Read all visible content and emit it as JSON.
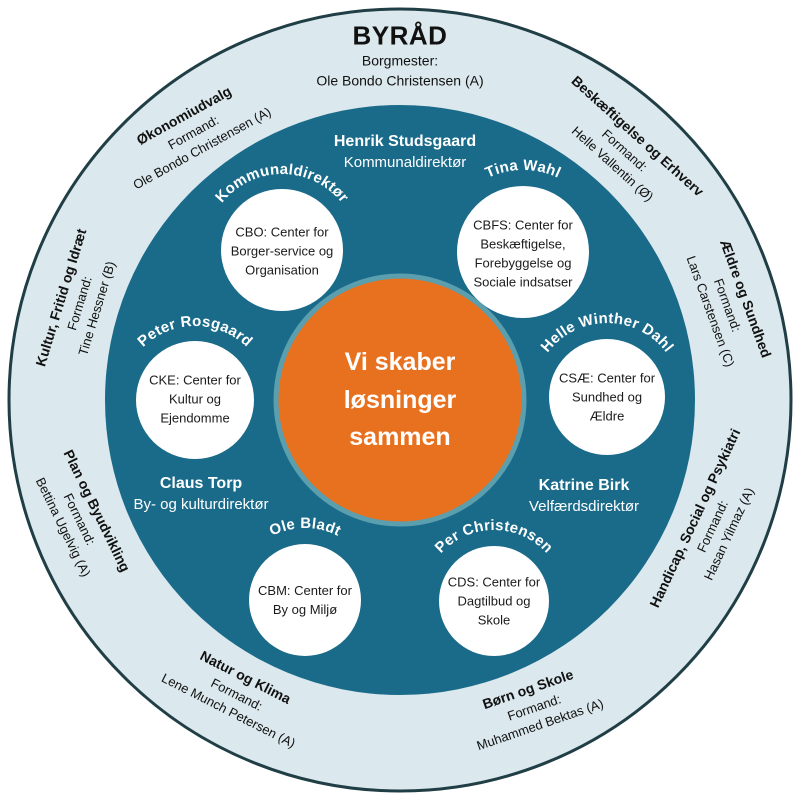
{
  "top": {
    "title": "BYRÅD",
    "role": "Borgmester:",
    "name": "Ole Bondo Christensen (A)"
  },
  "committees": [
    {
      "name": "Økonomiudvalg",
      "role": "Formand:",
      "chair": "Ole Bondo Christensen (A)"
    },
    {
      "name": "Beskæftigelse og Erhverv",
      "role": "Formand:",
      "chair": "Helle Vallentin (Ø)"
    },
    {
      "name": "Kultur, Fritid og Idræt",
      "role": "Formand:",
      "chair": "Tine Hessner (B)"
    },
    {
      "name": "Ældre og Sundhed",
      "role": "Formand:",
      "chair": "Lars Carstensen (C)"
    },
    {
      "name": "Plan og Byudvikling",
      "role": "Formand:",
      "chair": "Bettina Ugelvig (A)"
    },
    {
      "name": "Handicap, Social og Psykiatri",
      "role": "Formand:",
      "chair": "Hasan Yilmaz (A)"
    },
    {
      "name": "Natur og Klima",
      "role": "Formand:",
      "chair": "Lene Munch Petersen (A)"
    },
    {
      "name": "Børn og Skole",
      "role": "Formand:",
      "chair": "Muhammed Bektas (A)"
    }
  ],
  "directors": [
    {
      "name": "Henrik Studsgaard",
      "title": "Kommunaldirektør"
    },
    {
      "name": "Claus Torp",
      "title": "By- og kulturdirektør"
    },
    {
      "name": "Katrine Birk",
      "title": "Velfærdsdirektør"
    }
  ],
  "center_circles": [
    {
      "label": "Kommunaldirektør",
      "text": "CBO: Center for Borger-service og Organisation"
    },
    {
      "label": "Tina Wahl",
      "text": "CBFS: Center for Beskæftigelse, Forebyggelse og Sociale indsatser"
    },
    {
      "label": "Peter Rosgaard",
      "text": "CKE: Center for Kultur og Ejendomme"
    },
    {
      "label": "Helle Winther Dahl",
      "text": "CSÆ: Center for Sundhed og Ældre"
    },
    {
      "label": "Ole Bladt",
      "text": "CBM: Center for By og Miljø"
    },
    {
      "label": "Per Christensen",
      "text": "CDS: Center for Dagtilbud og Skole"
    }
  ],
  "center": {
    "motto": "Vi skaber løsninger sammen"
  },
  "colors": {
    "outer_ring": "#dbe8ed",
    "inner_ring": "#1a6b8a",
    "center": "#e8711f",
    "outline": "#203e45",
    "center_border": "#5b9fae"
  }
}
